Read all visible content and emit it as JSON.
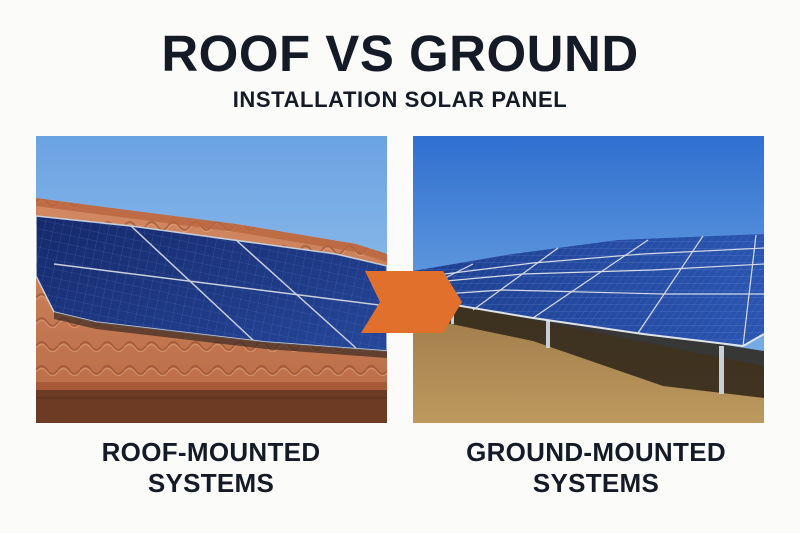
{
  "header": {
    "title": "ROOF VS GROUND",
    "subtitle": "INSTALLATION SOLAR PANEL"
  },
  "panels": [
    {
      "id": "roof",
      "image_alt": "Solar panels mounted on a terracotta tile roof under a blue sky",
      "caption_line1": "ROOF-MOUNTED",
      "caption_line2": "SYSTEMS"
    },
    {
      "id": "ground",
      "image_alt": "Ground-mounted solar panel array on metal posts over dry grass under a blue sky",
      "caption_line1": "GROUND-MOUNTED",
      "caption_line2": "SYSTEMS"
    }
  ],
  "arrow": {
    "icon": "chevron-right-arrow-icon",
    "color": "#e0702c"
  },
  "colors": {
    "text": "#151b26",
    "background": "#fbfbfa",
    "accent": "#e0702c",
    "sky": "#5f9be0",
    "panel": "#1f3c8a",
    "roof_tile": "#c87a52"
  }
}
